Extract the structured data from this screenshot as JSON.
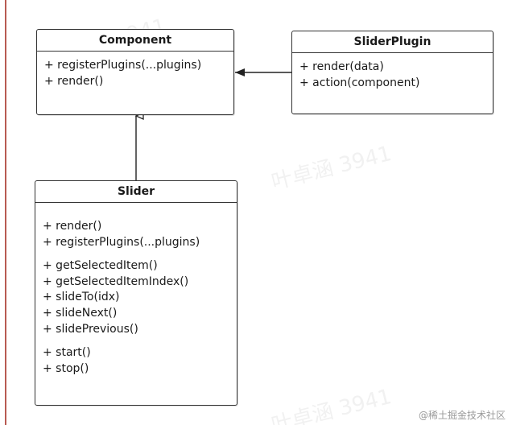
{
  "watermark_text": "叶卓涵 3941",
  "credit": "@稀土掘金技术社区",
  "component": {
    "name": "Component",
    "methods": [
      "+ registerPlugins(...plugins)",
      "+ render()"
    ]
  },
  "slider_plugin": {
    "name": "SliderPlugin",
    "methods": [
      "+ render(data)",
      "+ action(component)"
    ]
  },
  "slider": {
    "name": "Slider",
    "methods": [
      "+ render()",
      "+ registerPlugins(...plugins)",
      "+ getSelectedItem()",
      "+ getSelectedItemIndex()",
      "+ slideTo(idx)",
      "+ slideNext()",
      "+ slidePrevious()",
      "+ start()",
      "+ stop()"
    ]
  }
}
